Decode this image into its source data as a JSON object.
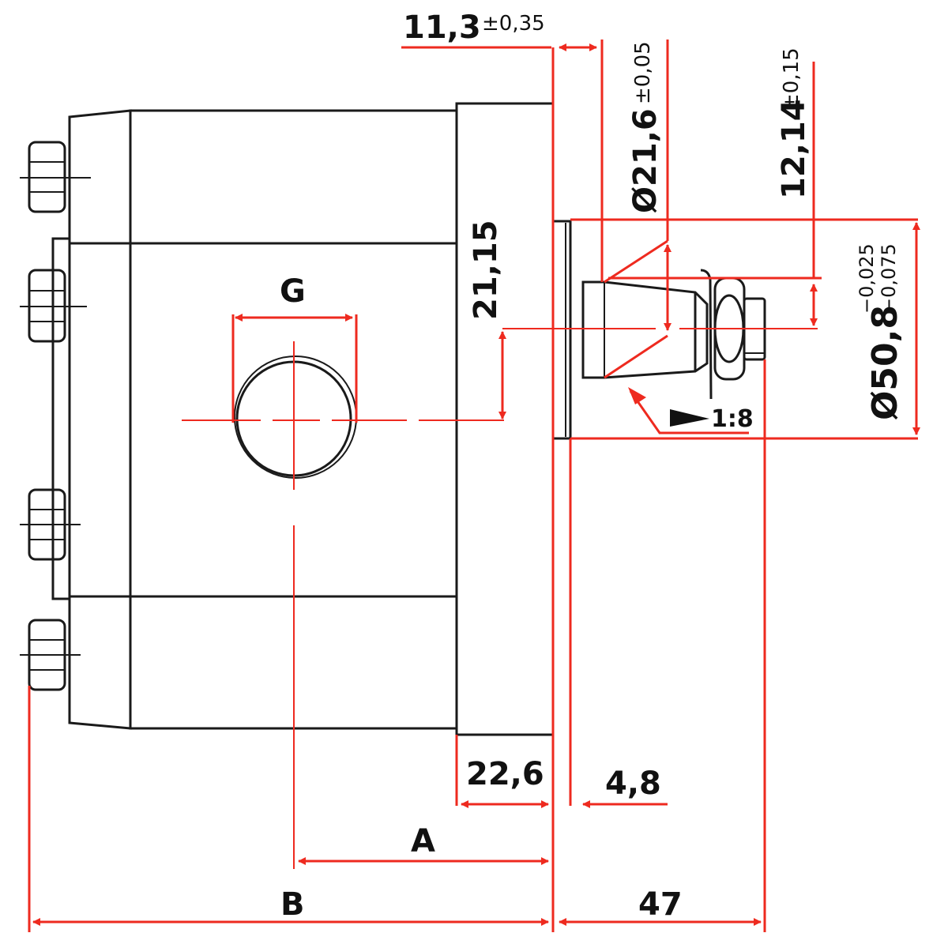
{
  "title": "Gear pump dimension drawing",
  "colors": {
    "dimension": "#ee2a1f",
    "outline": "#1a1a1a"
  },
  "dimensions": {
    "d_11_3": "11,3",
    "d_11_3_tol": "±0,35",
    "d_21_6": "Ø21,6",
    "d_21_6_tol": "±0,05",
    "d_12_14": "12,14",
    "d_12_14_tol": "±0,15",
    "d_21_15": "21,15",
    "d_50_8": "Ø50,8",
    "d_50_8_tol_upper": "−0,025",
    "d_50_8_tol_lower": "−0,075",
    "taper": "1:8",
    "port": "G",
    "d_22_6": "22,6",
    "d_4_8": "4,8",
    "dim_a": "A",
    "dim_b": "B",
    "d_47": "47"
  }
}
